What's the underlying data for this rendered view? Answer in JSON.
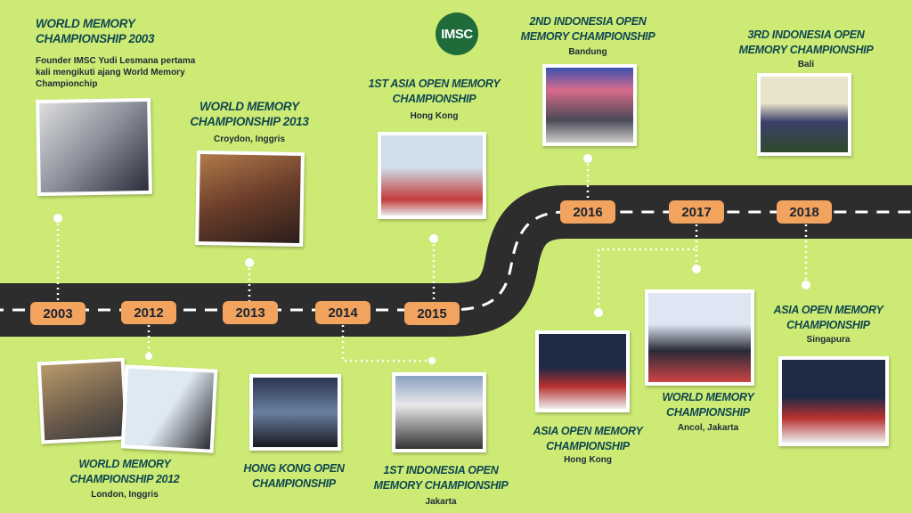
{
  "logo": {
    "text": "IMSC"
  },
  "years": [
    "2003",
    "2012",
    "2013",
    "2014",
    "2015",
    "2016",
    "2017",
    "2018"
  ],
  "events": [
    {
      "title": "World Memory Championship 2003",
      "sub": "Founder IMSC Yudi Lesmana pertama kali mengikuti ajang World Memory Championchip"
    },
    {
      "title": "World Memory Championship 2012",
      "sub": "London, Inggris"
    },
    {
      "title": "World Memory Championship 2013",
      "sub": "Croydon, Inggris"
    },
    {
      "title": "Hong Kong Open Championship",
      "sub": ""
    },
    {
      "title": "1st Asia Open  Memory Championship",
      "sub": "Hong Kong"
    },
    {
      "title": "1st Indonesia Open Memory Championship",
      "sub": "Jakarta"
    },
    {
      "title": "2nd Indonesia Open Memory Championship",
      "sub": "Bandung"
    },
    {
      "title": "Asia Open  Memory Championship",
      "sub": "Hong Kong"
    },
    {
      "title": "World Memory Championship",
      "sub": "Ancol, Jakarta"
    },
    {
      "title": "3rd Indonesia Open Memory Championship",
      "sub": "Bali"
    },
    {
      "title": "Asia Open  Memory Championship",
      "sub": "Singapura"
    }
  ]
}
